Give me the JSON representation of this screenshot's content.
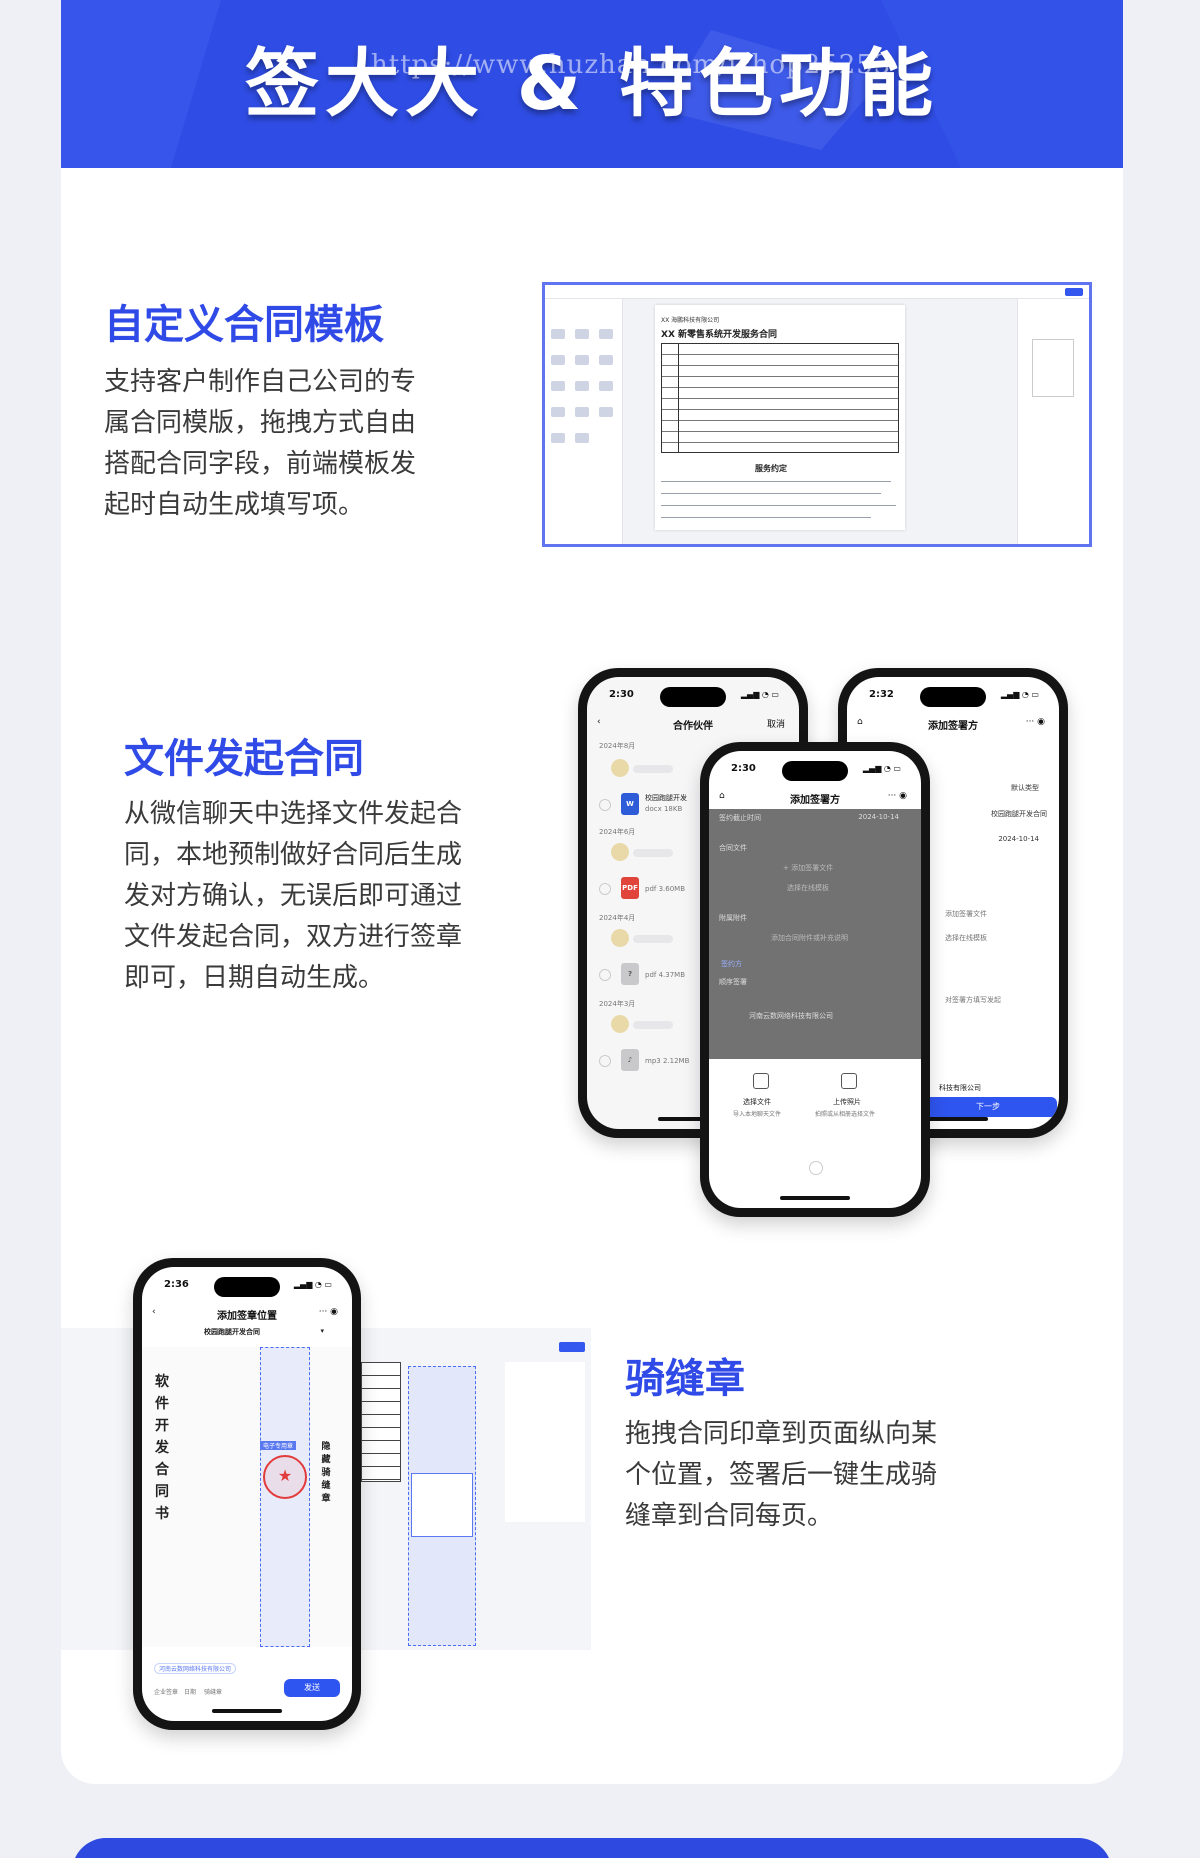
{
  "banner": {
    "title": "签大大 & 特色功能",
    "watermark": "https://www.huzhan.com/ishop25253"
  },
  "sections": {
    "template": {
      "title": "自定义合同模板",
      "lines": [
        "支持客户制作自己公司的专",
        "属合同模版，拖拽方式自由",
        "搭配合同字段，前端模板发",
        "起时自动生成填写项。"
      ]
    },
    "file": {
      "title": "文件发起合同",
      "lines": [
        "从微信聊天中选择文件发起合",
        "同，本地预制做好合同后生成",
        "发对方确认，无误后即可通过",
        "文件发起合同，双方进行签章",
        "即可，日期自动生成。"
      ]
    },
    "seal": {
      "title": "骑缝章",
      "lines": [
        "拖拽合同印章到页面纵向某",
        "个位置，签署后一键生成骑",
        "缝章到合同每页。"
      ]
    }
  },
  "desktop": {
    "company": "XX 海鹏科技有限公司",
    "doc_title": "XX 新零售系统开发服务合同",
    "doc_sub": "服务约定"
  },
  "phone_partner": {
    "time": "2:30",
    "title": "合作伙伴",
    "cancel": "取消",
    "dates": [
      "2024年8月",
      "2024年6月",
      "2024年4月",
      "2024年3月"
    ],
    "files": [
      "docx 18KB",
      "pdf 3.60MB",
      "pdf 4.37MB",
      "mp3 2.12MB"
    ],
    "file_name": "校园跑腿开发"
  },
  "phone_add": {
    "time": "2:32",
    "title": "添加签署方",
    "default_type": "默认类型",
    "contract": "校园跑腿开发合同",
    "date": "2024-10-14",
    "add_file": "添加签署文件",
    "select_template": "选择在线模板",
    "attach": "对签署方填写发起",
    "company_suffix": "科技有限公司",
    "next": "下一步"
  },
  "phone_front": {
    "time": "2:30",
    "title": "添加签署方",
    "deadline_label": "签约截止时间",
    "deadline": "2024-10-14",
    "contract_file": "合同文件",
    "add_file": "+ 添加签署文件",
    "select_template": "选择在线模板",
    "attachments": "附属附件",
    "attach_hint": "添加合同附件或补充说明",
    "sign_party": "签约方",
    "order": "顺序签署",
    "company": "河南云数网络科技有限公司",
    "choose_file": "选择文件",
    "choose_file_hint": "导入本地聊天文件",
    "upload_photo": "上传照片",
    "upload_photo_hint": "拍照或从相册选择文件"
  },
  "phone_seal": {
    "time": "2:36",
    "title": "添加签章位置",
    "doc_name": "校园跑腿开发合同",
    "vertical": [
      "软",
      "件",
      "开",
      "发",
      "合",
      "同",
      "书"
    ],
    "seal_label": "电子专用章",
    "hide_label": [
      "隐",
      "藏",
      "骑",
      "缝",
      "章"
    ],
    "company_tag": "河南云数网络科技有限公司",
    "send": "发送",
    "tabs": [
      "企业签章",
      "日期",
      "骑缝章"
    ]
  }
}
